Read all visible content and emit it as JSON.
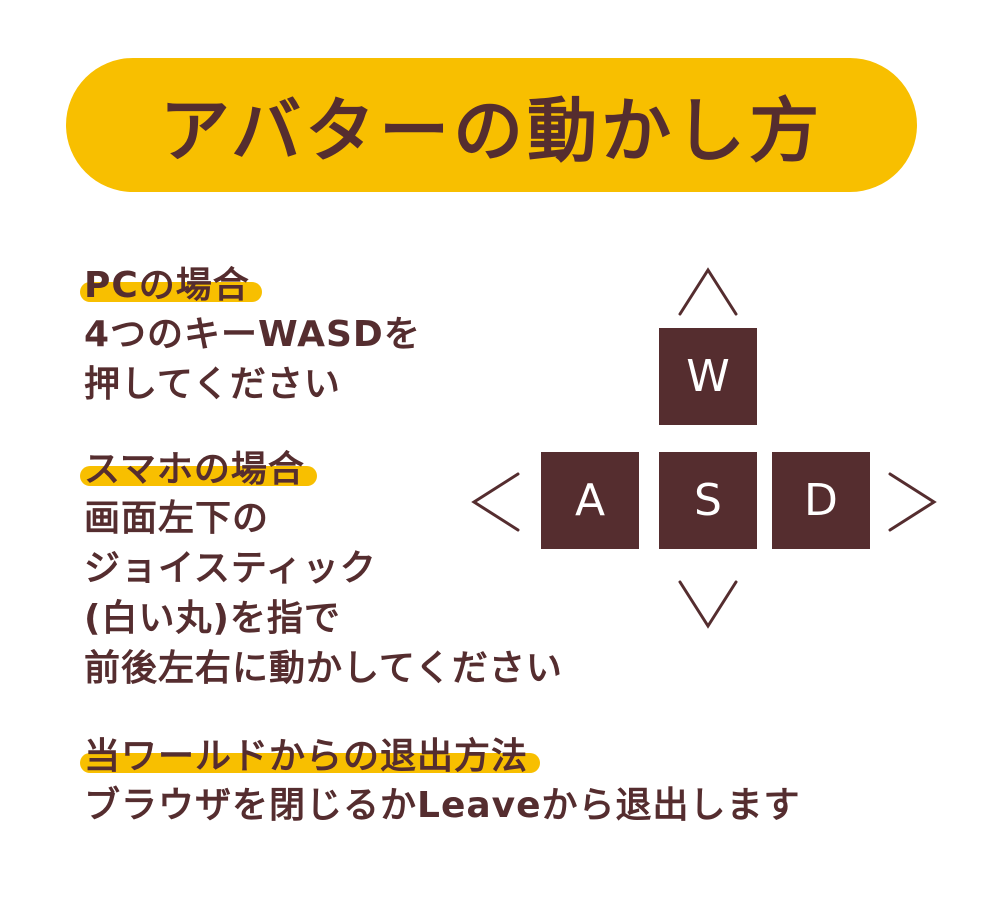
{
  "title": "アバターの動かし方",
  "sections": {
    "pc": {
      "heading": "PCの場合",
      "lines": [
        "4つのキーWASDを",
        "押してください"
      ]
    },
    "smartphone": {
      "heading": "スマホの場合",
      "lines": [
        "画面左下の",
        "ジョイスティック",
        "(白い丸)を指で",
        "前後左右に動かしてください"
      ]
    },
    "exit": {
      "heading": "当ワールドからの退出方法",
      "lines": [
        "ブラウザを閉じるかLeaveから退出します"
      ]
    }
  },
  "keys": {
    "w": "W",
    "a": "A",
    "s": "S",
    "d": "D"
  },
  "colors": {
    "accent": "#f8bf00",
    "text": "#552d2f",
    "key_bg": "#552d2f",
    "key_text": "#ffffff",
    "background": "#ffffff"
  }
}
